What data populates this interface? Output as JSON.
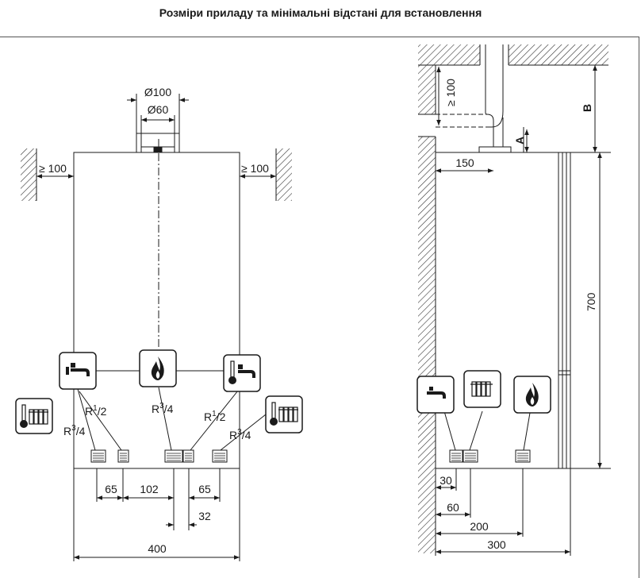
{
  "title": "Розміри приладу та мінімальні відстані для встановлення",
  "front": {
    "dia_outer": "Ø100",
    "dia_inner": "Ø60",
    "clear_left": "≥ 100",
    "clear_right": "≥ 100",
    "conn_labels": [
      {
        "main": "R",
        "sup": "1",
        "sub": "/2"
      },
      {
        "main": "R",
        "sup": "3",
        "sub": "/4"
      },
      {
        "main": "R",
        "sup": "1",
        "sub": "/2"
      },
      {
        "main": "R",
        "sup": "3",
        "sub": "/4"
      },
      {
        "main": "R",
        "sup": "3",
        "sub": "/4"
      }
    ],
    "dims": {
      "d65a": "65",
      "d102": "102",
      "d65b": "65",
      "d32": "32",
      "d400": "400"
    }
  },
  "side": {
    "ge100": "≥ 100",
    "label_A": "A",
    "label_B": "B",
    "d150": "150",
    "d700": "700",
    "d30": "30",
    "d60": "60",
    "d200": "200",
    "d300": "300"
  },
  "icons": [
    "tap-icon",
    "radiator-icon",
    "flame-icon",
    "radiator-thermometer-icon",
    "tap-thermometer-icon"
  ]
}
